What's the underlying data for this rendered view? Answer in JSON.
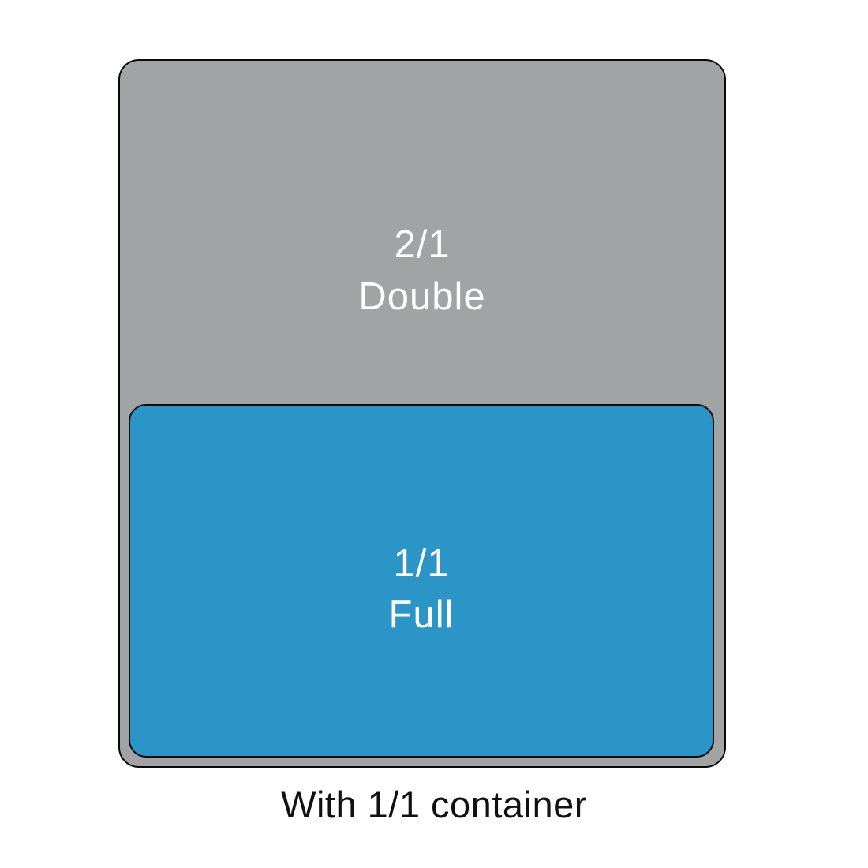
{
  "diagram": {
    "background_color": "#ffffff",
    "border_color": "#0a0a0a",
    "outer_pan": {
      "size_label": "2/1",
      "name_label": "Double",
      "fill_color": "#a2a3a5",
      "text_color": "#ffffff"
    },
    "inner_pan": {
      "size_label": "1/1",
      "name_label": "Full",
      "fill_color": "#2a95c6",
      "text_color": "#ffffff"
    },
    "caption": {
      "text": "With 1/1 container",
      "text_color": "#111111"
    }
  }
}
